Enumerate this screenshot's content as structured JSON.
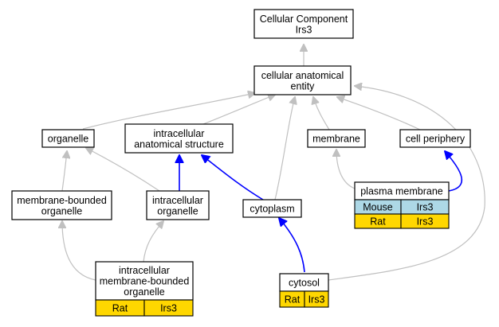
{
  "nodes": {
    "root": {
      "lines": [
        "Cellular Component",
        "Irs3"
      ]
    },
    "cae": {
      "lines": [
        "cellular anatomical",
        "entity"
      ]
    },
    "organelle": {
      "lines": [
        "organelle"
      ]
    },
    "ias": {
      "lines": [
        "intracellular",
        "anatomical structure"
      ]
    },
    "membrane": {
      "lines": [
        "membrane"
      ]
    },
    "cellper": {
      "lines": [
        "cell periphery"
      ]
    },
    "mbo": {
      "lines": [
        "membrane-bounded",
        "organelle"
      ]
    },
    "intra_org": {
      "lines": [
        "intracellular",
        "organelle"
      ]
    },
    "cytoplasm": {
      "lines": [
        "cytoplasm"
      ]
    },
    "plasma": {
      "lines": [
        "plasma membrane"
      ],
      "rows": [
        [
          "Mouse",
          "Irs3"
        ],
        [
          "Rat",
          "Irs3"
        ]
      ]
    },
    "imbo": {
      "lines": [
        "intracellular",
        "membrane-bounded",
        "organelle"
      ],
      "rows": [
        [
          "Rat",
          "Irs3"
        ]
      ]
    },
    "cytosol": {
      "lines": [
        "cytosol"
      ],
      "rows": [
        [
          "Rat",
          "Irs3"
        ]
      ]
    }
  },
  "colors": {
    "Mouse": "#add8e6",
    "Rat": "#ffd700",
    "gray_edge": "#c0c0c0",
    "blue_edge": "#0000ff"
  }
}
